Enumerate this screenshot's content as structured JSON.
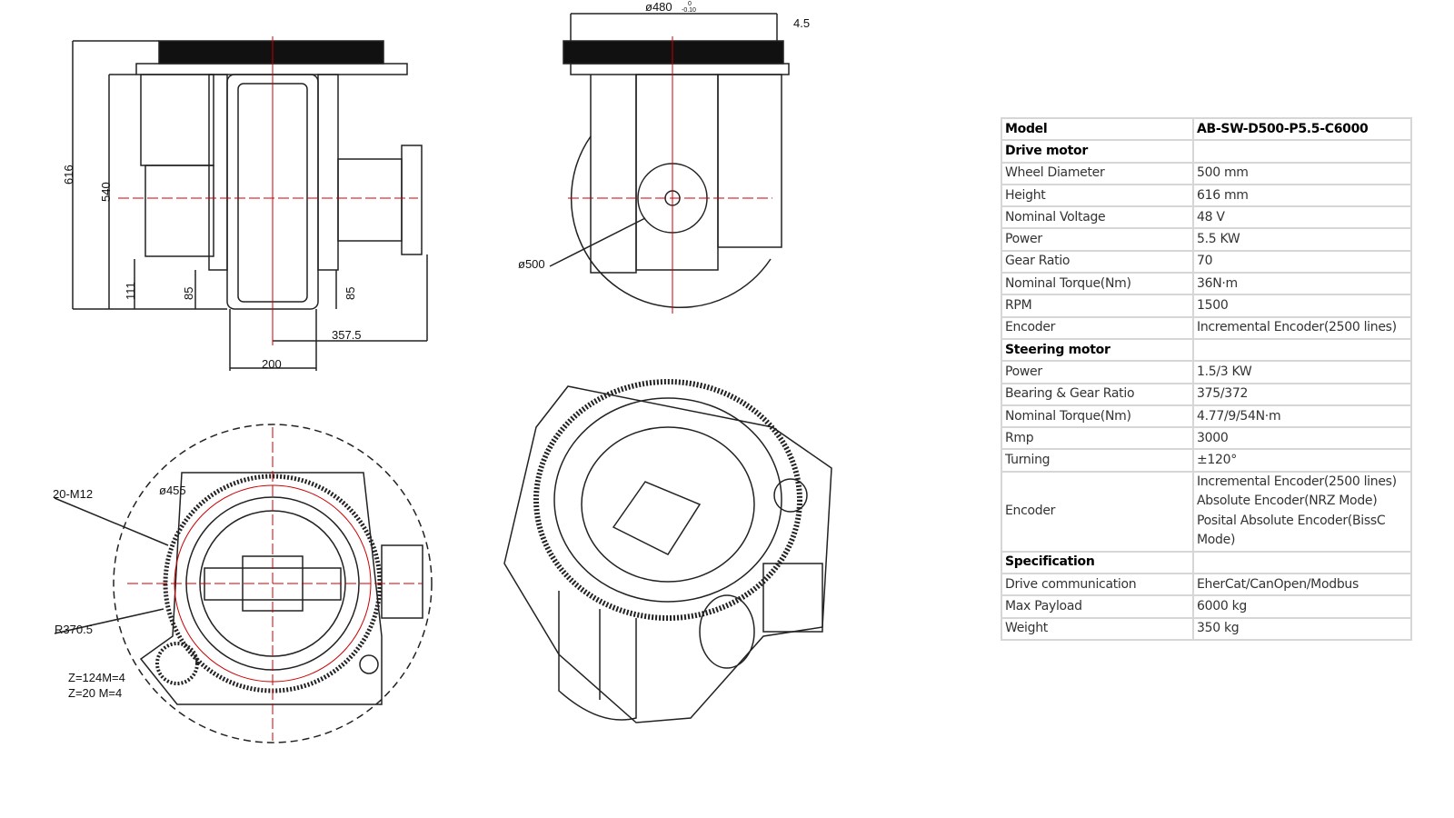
{
  "drawing": {
    "side_view": {
      "height": "616",
      "height2": "540",
      "dim_111": "111",
      "dim_85a": "85",
      "dim_85b": "85",
      "dim_357": "357.5",
      "dim_200": "200"
    },
    "front_view": {
      "diameter_top": "ø480",
      "tol_upper": "0",
      "tol_lower": "-0.10",
      "dim_45": "4.5",
      "wheel_diameter": "ø500"
    },
    "bottom_view": {
      "bolts": "20-M12",
      "bolt_circle": "ø455",
      "radius": "R370.5",
      "gear1": "Z=124M=4",
      "gear2": "Z=20  M=4"
    }
  },
  "spec_table": {
    "rows": [
      {
        "key": "Model",
        "value": "AB-SW-D500-P5.5-C6000",
        "bold": true
      },
      {
        "key": "Drive motor",
        "value": "",
        "bold": true
      },
      {
        "key": "Wheel Diameter",
        "value": "500 mm"
      },
      {
        "key": "Height",
        "value": "616 mm"
      },
      {
        "key": "Nominal Voltage",
        "value": "48 V"
      },
      {
        "key": "Power",
        "value": "5.5 KW"
      },
      {
        "key": "Gear Ratio",
        "value": "70"
      },
      {
        "key": "Nominal Torque(Nm)",
        "value": "36N·m"
      },
      {
        "key": "RPM",
        "value": "1500"
      },
      {
        "key": "Encoder",
        "value": "Incremental Encoder(2500 lines)"
      },
      {
        "key": "Steering motor",
        "value": "",
        "bold": true
      },
      {
        "key": "Power",
        "value": "1.5/3 KW"
      },
      {
        "key": "Bearing & Gear Ratio",
        "value": "375/372"
      },
      {
        "key": "Nominal Torque(Nm)",
        "value": "4.77/9/54N·m"
      },
      {
        "key": "Rmp",
        "value": "3000"
      },
      {
        "key": "Turning",
        "value": "±120°"
      },
      {
        "key": "Encoder",
        "lines": [
          "Incremental Encoder(2500 lines)",
          "Absolute Encoder(NRZ Mode)",
          "Posital Absolute Encoder(BissC",
          "Mode)"
        ]
      },
      {
        "key": "Specification",
        "value": "",
        "bold": true
      },
      {
        "key": "Drive communication",
        "value": "EherCat/CanOpen/Modbus"
      },
      {
        "key": "Max Payload",
        "value": "6000 kg"
      },
      {
        "key": "Weight",
        "value": "350 kg"
      }
    ]
  }
}
